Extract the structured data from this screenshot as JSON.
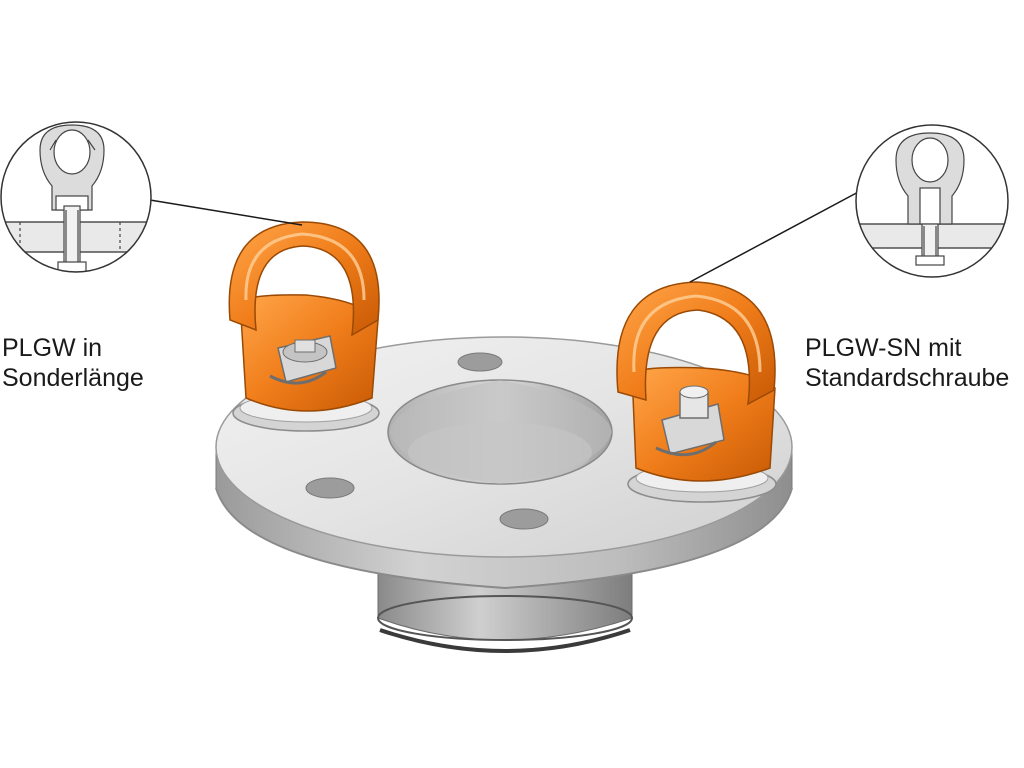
{
  "labels": {
    "left": {
      "line1": "PLGW in",
      "line2": "Sonderlänge"
    },
    "right": {
      "line1": "PLGW-SN mit",
      "line2": "Standardschraube"
    }
  },
  "colors": {
    "background": "#ffffff",
    "flange_light": "#e6e6e6",
    "flange_mid": "#c9c9c9",
    "flange_dark": "#9e9e9e",
    "eyebolt_orange": "#f07d1a",
    "eyebolt_dark": "#c85a05",
    "eyebolt_light": "#ffb060",
    "detail_line": "#555555"
  },
  "icons": [
    "detail-magnifier-left-icon",
    "detail-magnifier-right-icon"
  ]
}
